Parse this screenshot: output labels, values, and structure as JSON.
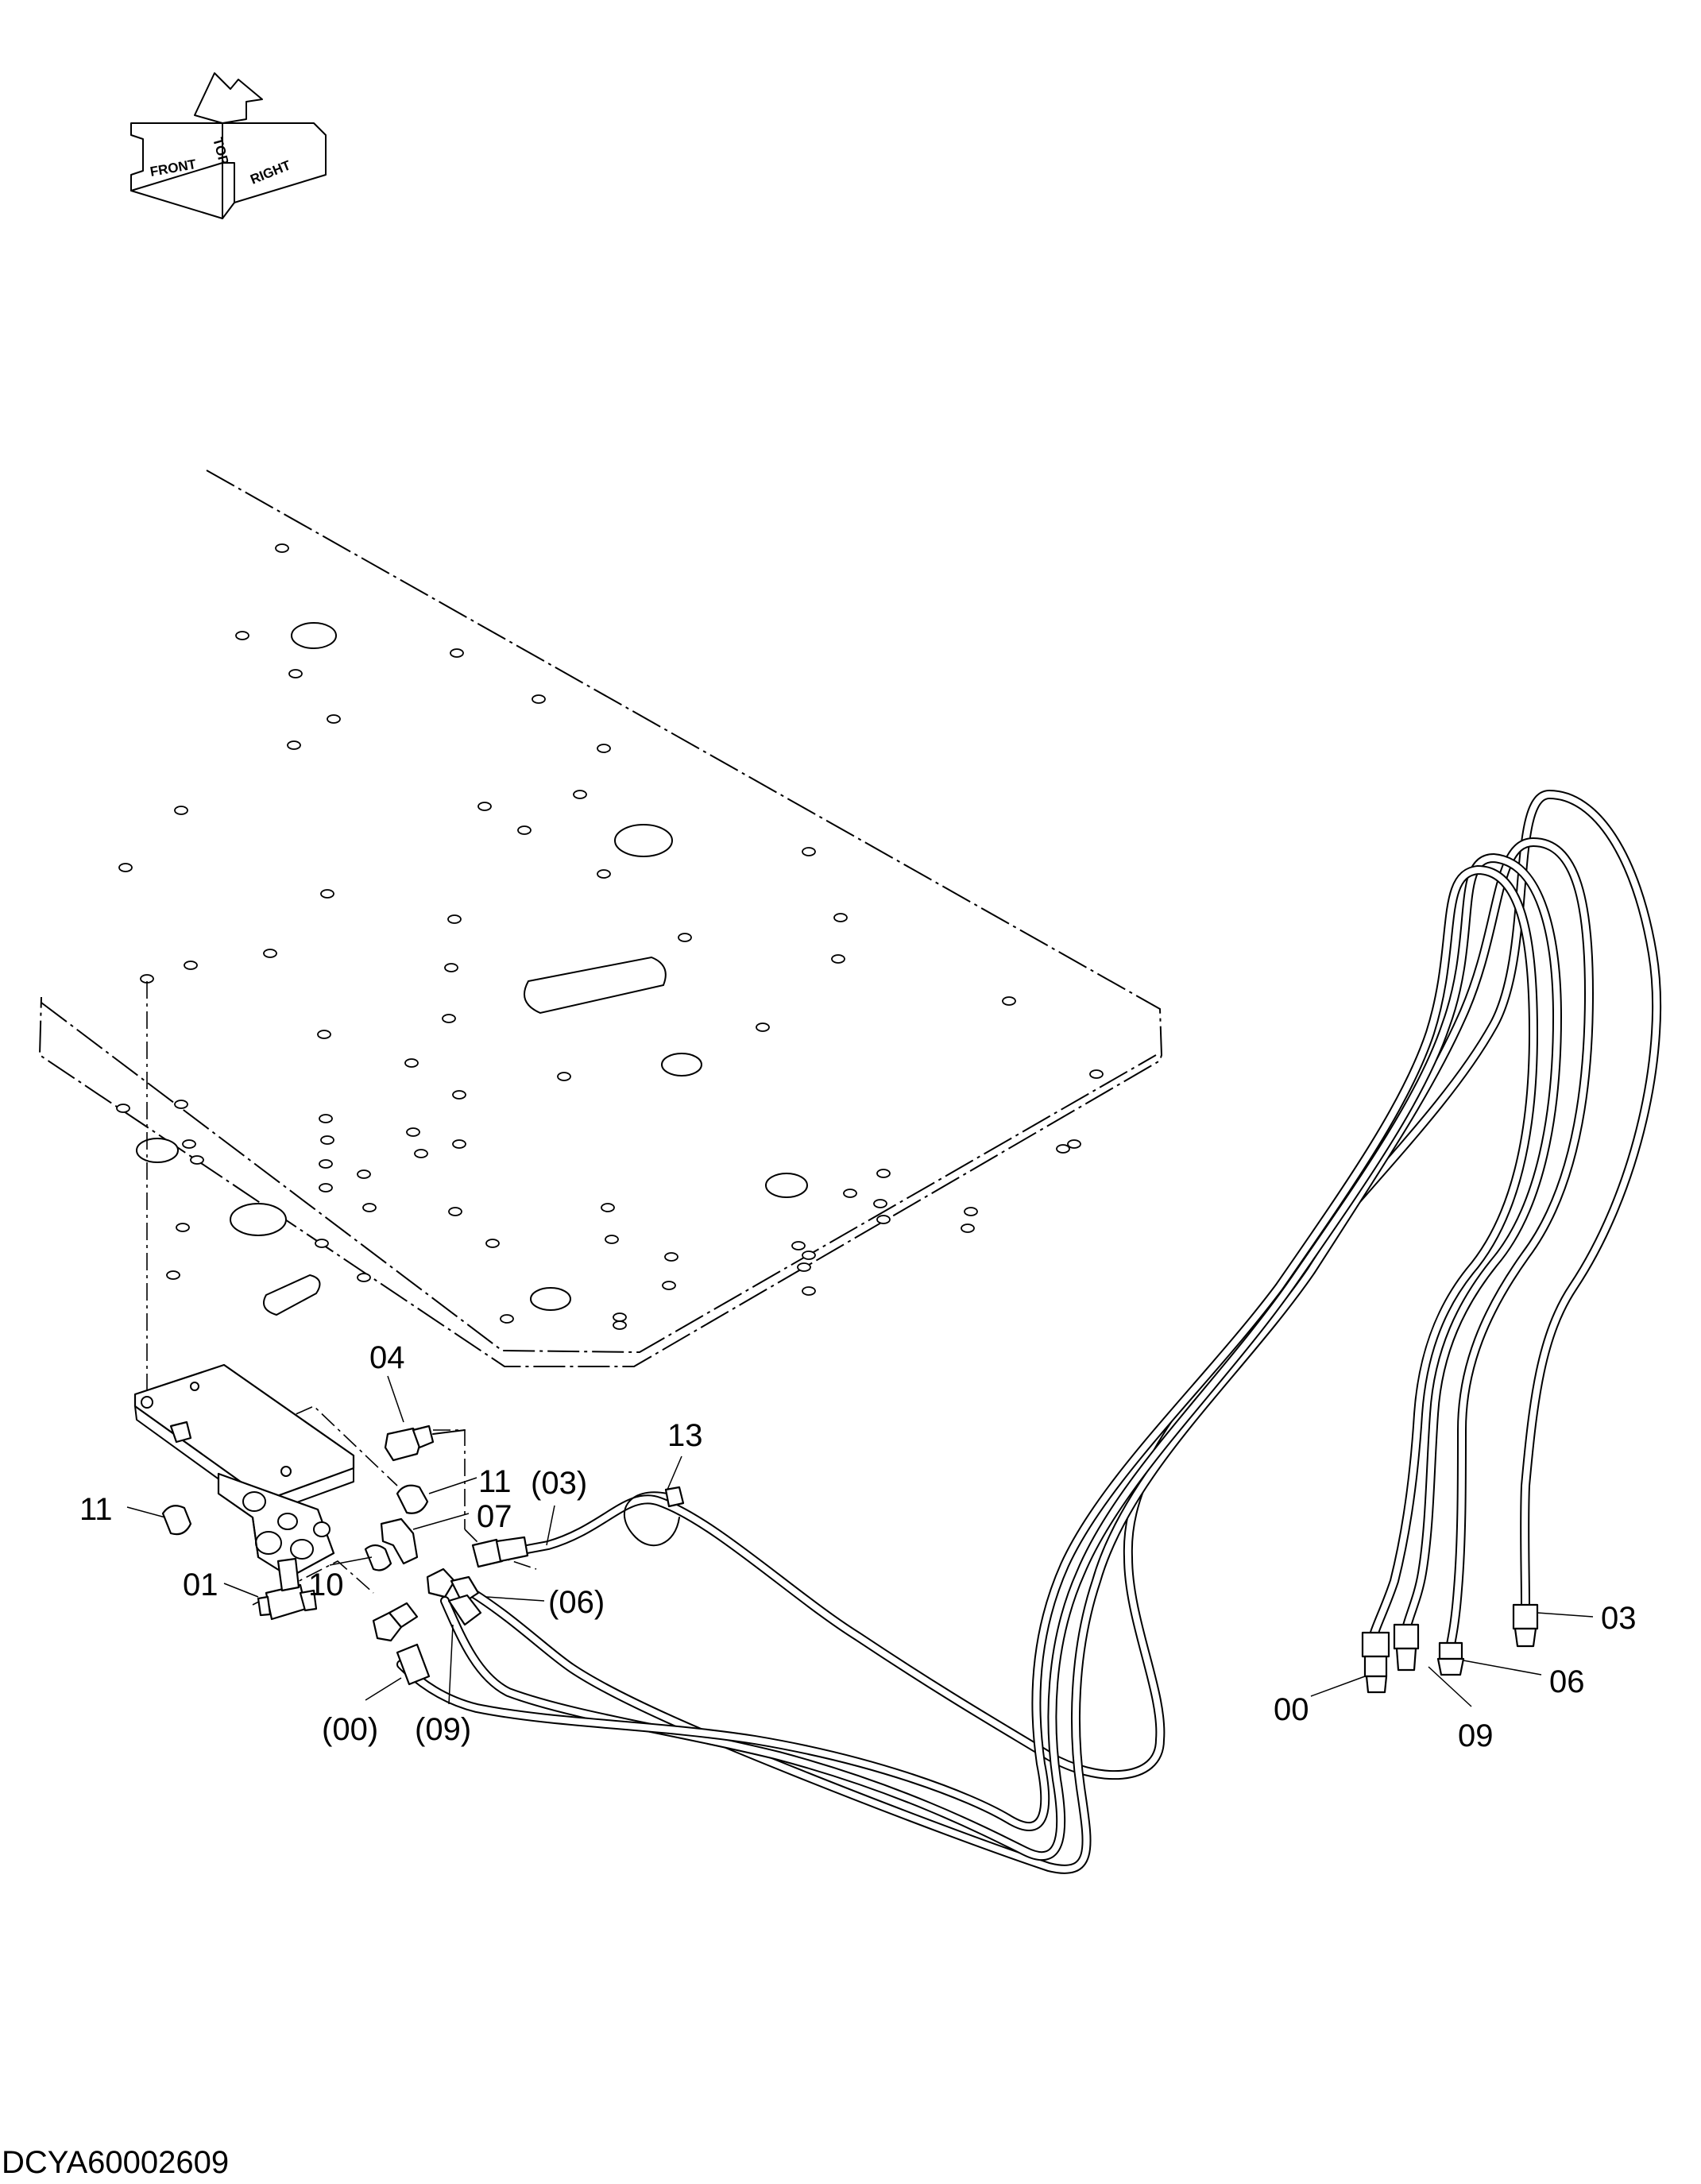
{
  "document_id": "DCYA60002609",
  "compass": {
    "front": "FRONT",
    "top": "TOP",
    "right": "RIGHT"
  },
  "callouts": {
    "c01": "01",
    "c04": "04",
    "c07": "07",
    "c10": "10",
    "c11_left": "11",
    "c11_right": "11",
    "c13": "13",
    "c03_ref": "(03)",
    "c06_ref": "(06)",
    "c00_ref": "(00)",
    "c09_ref": "(09)",
    "c03_end": "03",
    "c06_end": "06",
    "c00_end": "00",
    "c09_end": "09"
  }
}
